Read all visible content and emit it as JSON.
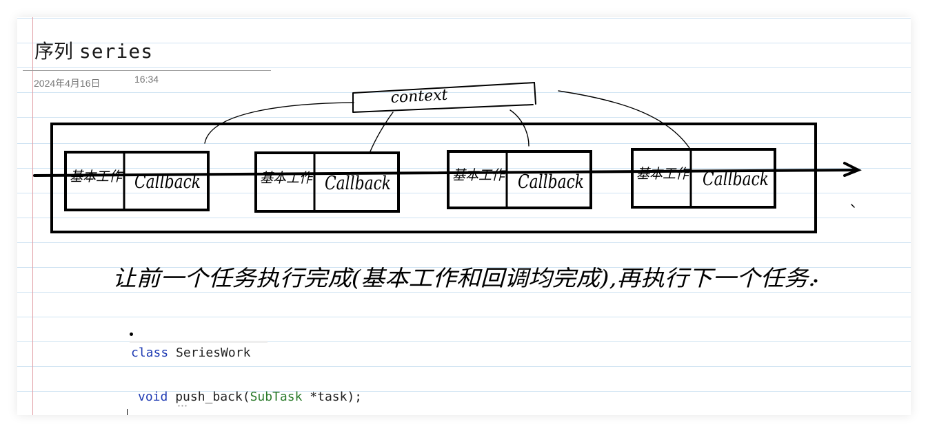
{
  "note": {
    "title_cjk": "序列",
    "title_en": "series",
    "date": "2024年4月16日",
    "time": "16:34"
  },
  "diagram": {
    "context_label": "context",
    "tasks": [
      {
        "work_label": "基本工作",
        "callback_label": "Callback"
      },
      {
        "work_label": "基本工作",
        "callback_label": "Callback"
      },
      {
        "work_label": "基本工作",
        "callback_label": "Callback"
      },
      {
        "work_label": "基本工作",
        "callback_label": "Callback"
      }
    ],
    "caption": "让前一个任务执行完成(基本工作和回调均完成),再执行下一个任务."
  },
  "code": {
    "line1_keyword": "class",
    "line1_name": "SeriesWork",
    "line2_keyword": "void",
    "line2_func": "push_back(",
    "line2_type": "SubTask",
    "line2_rest": " *task);"
  },
  "colors": {
    "ink": "#000000",
    "rule": "#cfe3f2",
    "margin": "#e2a0a6",
    "keyword": "#1f3bb3",
    "type": "#2a7a2a"
  }
}
